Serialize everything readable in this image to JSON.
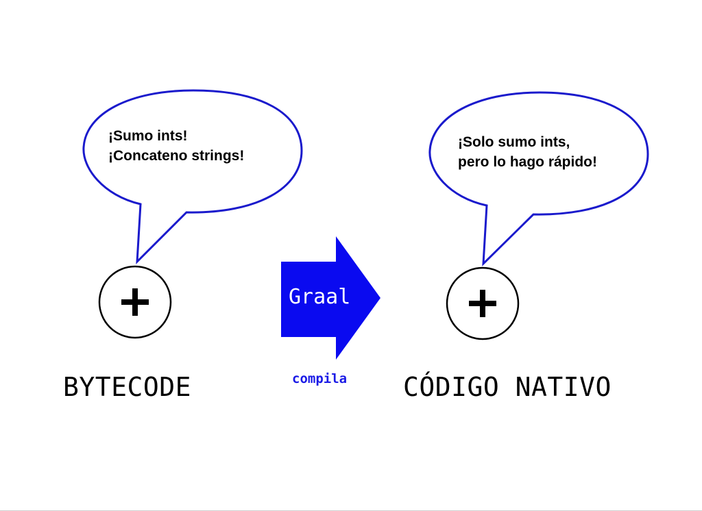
{
  "left": {
    "bubble_lines": [
      "¡Sumo ints!",
      "¡Concateno strings!"
    ],
    "operator_symbol": "+",
    "label": "BYTECODE"
  },
  "middle": {
    "arrow_label": "Graal",
    "caption": "compila"
  },
  "right": {
    "bubble_lines": [
      "¡Solo sumo ints,",
      "pero lo hago rápido!"
    ],
    "operator_symbol": "+",
    "label": "CÓDIGO NATIVO"
  },
  "colors": {
    "bubble_stroke": "#1a1acc",
    "arrow_fill": "#0a0af0",
    "caption_text": "#1a1ae6",
    "circle_stroke": "#000000"
  }
}
